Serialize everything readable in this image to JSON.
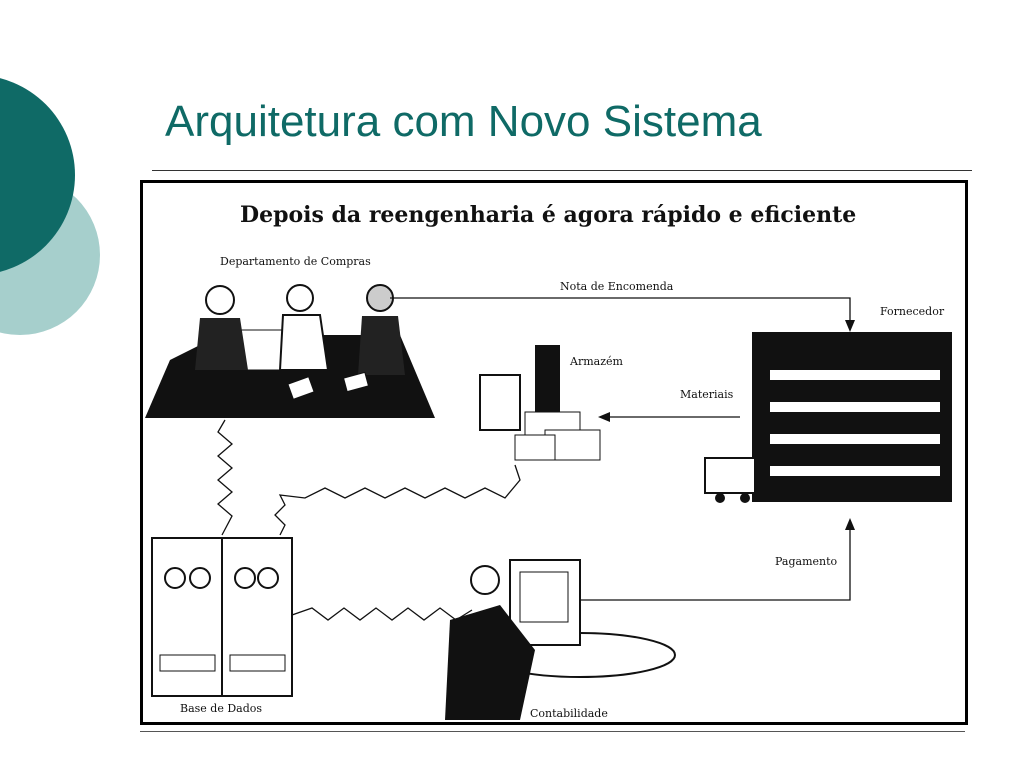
{
  "slide": {
    "title": "Arquitetura com Novo Sistema"
  },
  "diagram": {
    "heading": "Depois da reengenharia é agora rápido e eficiente",
    "labels": {
      "compras": "Departamento de Compras",
      "nota": "Nota de Encomenda",
      "fornecedor": "Fornecedor",
      "armazem": "Armazém",
      "materiais": "Materiais",
      "pagamento": "Pagamento",
      "base": "Base de Dados",
      "contabilidade": "Contabilidade"
    }
  },
  "colors": {
    "accent_dark": "#0f6a66",
    "accent_light": "#a6cfcc"
  }
}
